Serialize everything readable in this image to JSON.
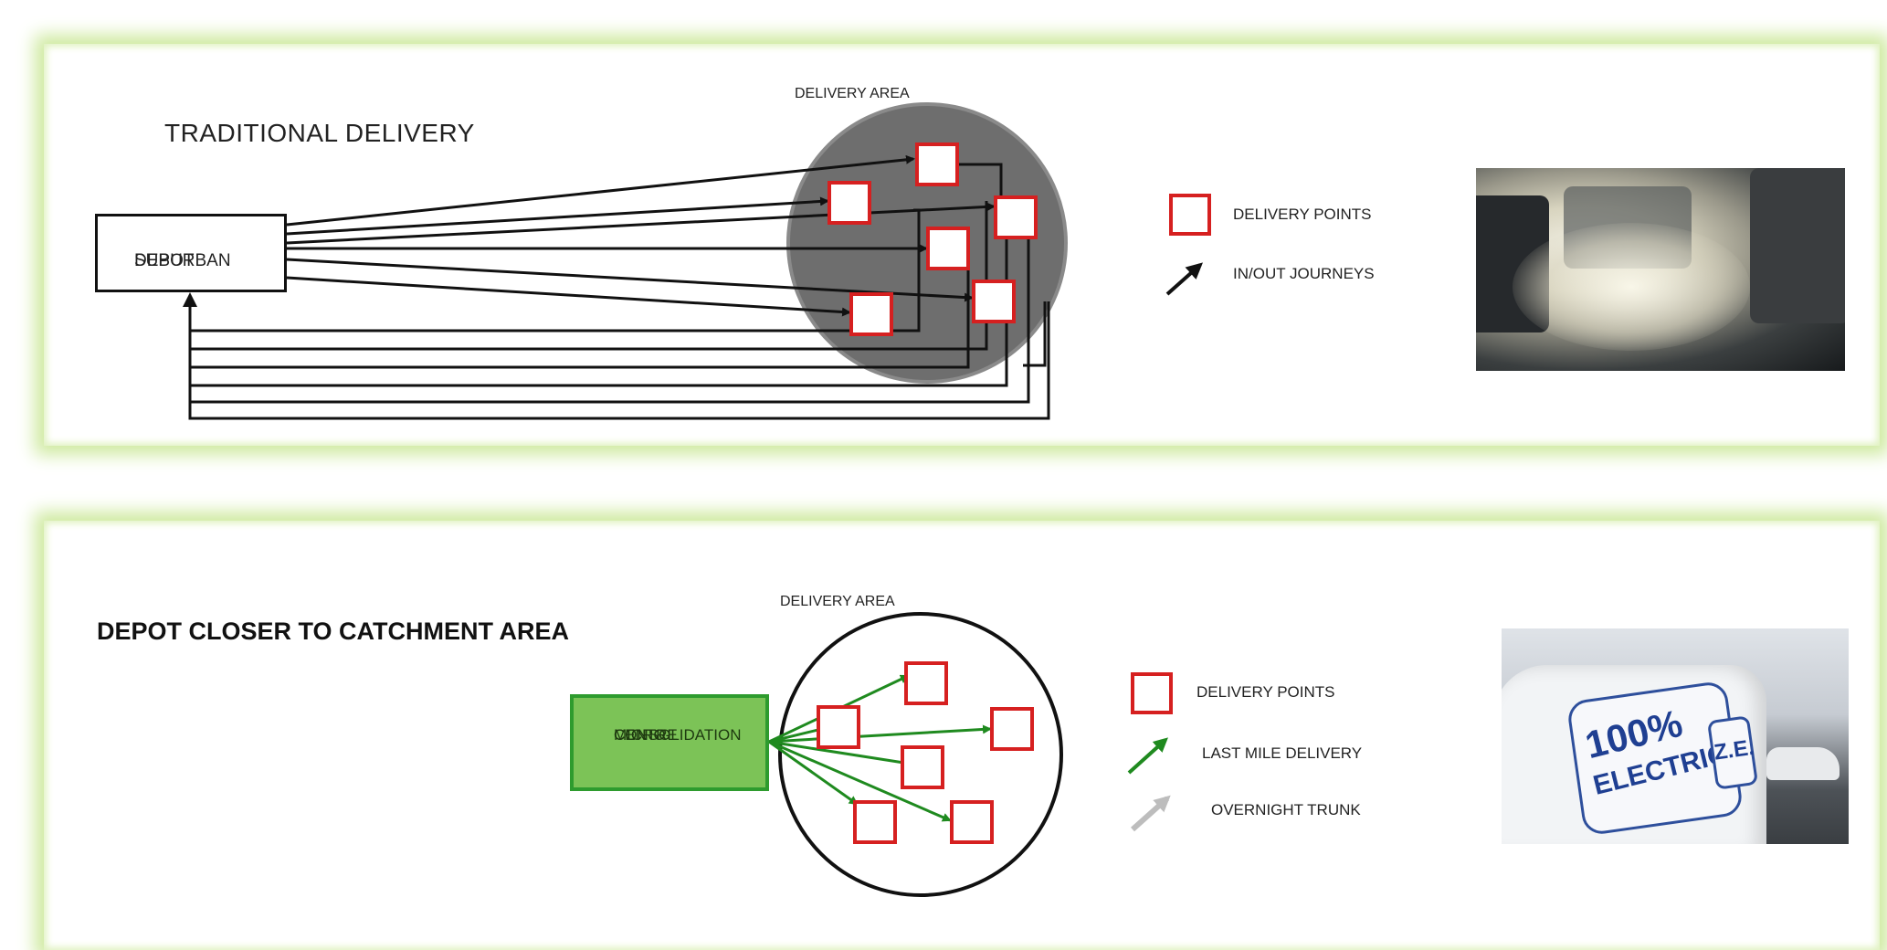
{
  "traditional": {
    "title": "TRADITIONAL DELIVERY",
    "delivery_area_label": "DELIVERY AREA",
    "depot_label": "SUBURBAN DEPOT",
    "depot_line1": "SUBURBAN",
    "depot_line2": "DEPOT",
    "legend": {
      "delivery_points": "DELIVERY POINTS",
      "journeys": "IN/OUT JOURNEYS"
    },
    "photo_description_icon": "exhaust-smoke-photo"
  },
  "closer": {
    "title": "DEPOT CLOSER TO CATCHMENT  AREA",
    "delivery_area_label": "DELIVERY AREA",
    "centre_line1": "MICRO-",
    "centre_line2": "CONSOLIDATION",
    "centre_line3": "CENTRE",
    "legend": {
      "delivery_points": "DELIVERY POINTS",
      "last_mile": "LAST MILE DELIVERY",
      "overnight": "OVERNIGHT TRUNK"
    },
    "photo_icon": "electric-van-photo",
    "van_text_100": "100%",
    "van_text_electric": "ELECTRIC",
    "van_text_ze": "Z.E."
  },
  "colors": {
    "panel_glow": "#cfeaa0",
    "delivery_point_border": "#d62020",
    "last_mile_arrow": "#1f8a1f",
    "overnight_arrow": "#bdbdbd",
    "micro_centre_fill": "#7cc357",
    "delivery_area_fill": "#6e6e6e"
  }
}
